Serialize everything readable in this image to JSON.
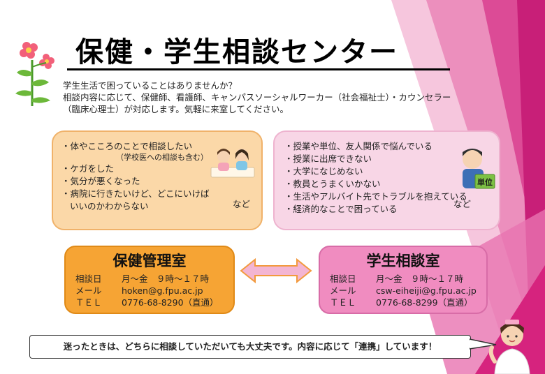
{
  "title": "保健・学生相談センター",
  "intro": {
    "line1": "学生生活で困っていることはありませんか？",
    "line2": "相談内容に応じて、保健師、看護師、キャンパスソーシャルワーカー（社会福祉士）・カウンセラー",
    "line3": "（臨床心理士）が対応します。気軽に来室してください。"
  },
  "health_box": {
    "items": [
      "・体やこころのことで相談したい",
      "（学校医への相談も含む）",
      "・ケガをした",
      "・気分が悪くなった",
      "・病院に行きたいけど、どこにいけば",
      "いいのかわからない"
    ],
    "etc": "など"
  },
  "student_box": {
    "items": [
      "・授業や単位、友人関係で悩んでいる",
      "・授業に出席できない",
      "・大学になじめない",
      "・教員とうまくいかない",
      "・生活やアルバイト先でトラブルを抱えている",
      "・経済的なことで困っている"
    ],
    "etc": "など",
    "illustration_label": "単位"
  },
  "health_office": {
    "name": "保健管理室",
    "days_label": "相談日",
    "days_value": "月～金　９時～１７時",
    "mail_label": "メール",
    "mail_value": "hoken@g.fpu.ac.jp",
    "tel_label": "ＴＥＬ",
    "tel_value": "0776-68-8290（直通）"
  },
  "student_office": {
    "name": "学生相談室",
    "days_label": "相談日",
    "days_value": "月～金　９時～１７時",
    "mail_label": "メール",
    "mail_value": "csw-eiheiji@g.fpu.ac.jp",
    "tel_label": "ＴＥＬ",
    "tel_value": "0776-68-8299（直通）"
  },
  "footer_message": "迷ったときは、どちらに相談していただいても大丈夫です。内容に応じて「連携」しています！",
  "colors": {
    "orange_box": "#fbd8a8",
    "pink_box": "#f8d6e6",
    "orange_office": "#f6a434",
    "pink_office": "#f08cc0",
    "magenta_accent": "#d6237e"
  },
  "icons": [
    "flower-icon",
    "counseling-illustration",
    "worried-student-illustration",
    "double-arrow-icon",
    "nurse-illustration"
  ]
}
